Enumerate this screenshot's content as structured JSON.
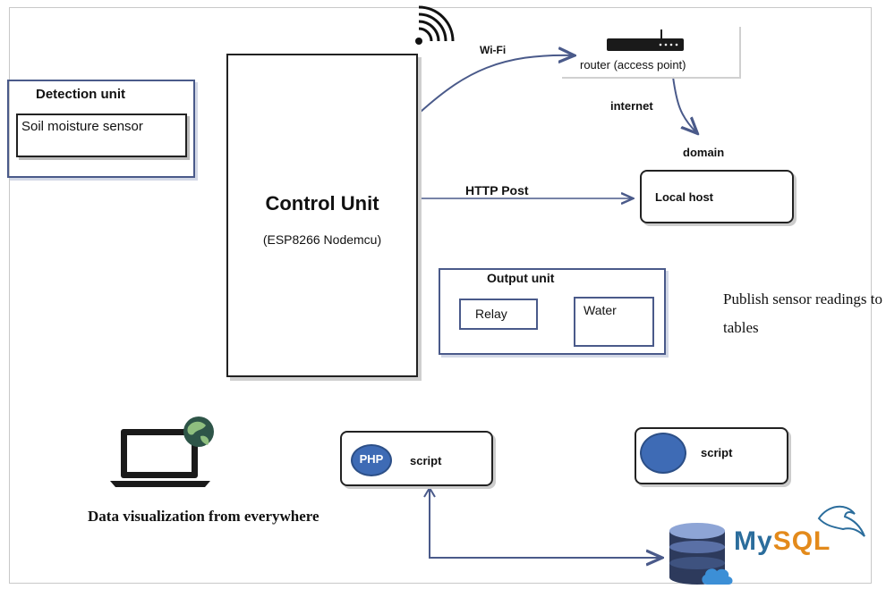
{
  "detection_unit": {
    "title": "Detection unit",
    "sensor": "Soil moisture sensor"
  },
  "control_unit": {
    "title": "Control Unit",
    "subtitle": "(ESP8266 Nodemcu)"
  },
  "network": {
    "wifi": "Wi-Fi",
    "router": "router (access point)",
    "internet": "internet",
    "domain": "domain",
    "http_post": "HTTP Post",
    "local_host": "Local host"
  },
  "output_unit": {
    "title": "Output unit",
    "relay": "Relay",
    "water": "Water"
  },
  "publish_note": "Publish sensor readings to tables",
  "php_script": {
    "badge": "PHP",
    "label": "script"
  },
  "script2": {
    "label": "script"
  },
  "data_visualization": "Data visualization from everywhere",
  "mysql": {
    "brand_my": "My",
    "brand_sql": "SQL"
  },
  "colors": {
    "line": "#4a5a8a",
    "accent": "#3e6bb5",
    "mysql_blue": "#2b6d9c",
    "mysql_orange": "#e38a1b"
  },
  "icons": [
    "wifi-icon",
    "router-icon",
    "laptop-icon",
    "globe-icon",
    "database-icon",
    "cloud-icon",
    "dolphin-icon"
  ]
}
